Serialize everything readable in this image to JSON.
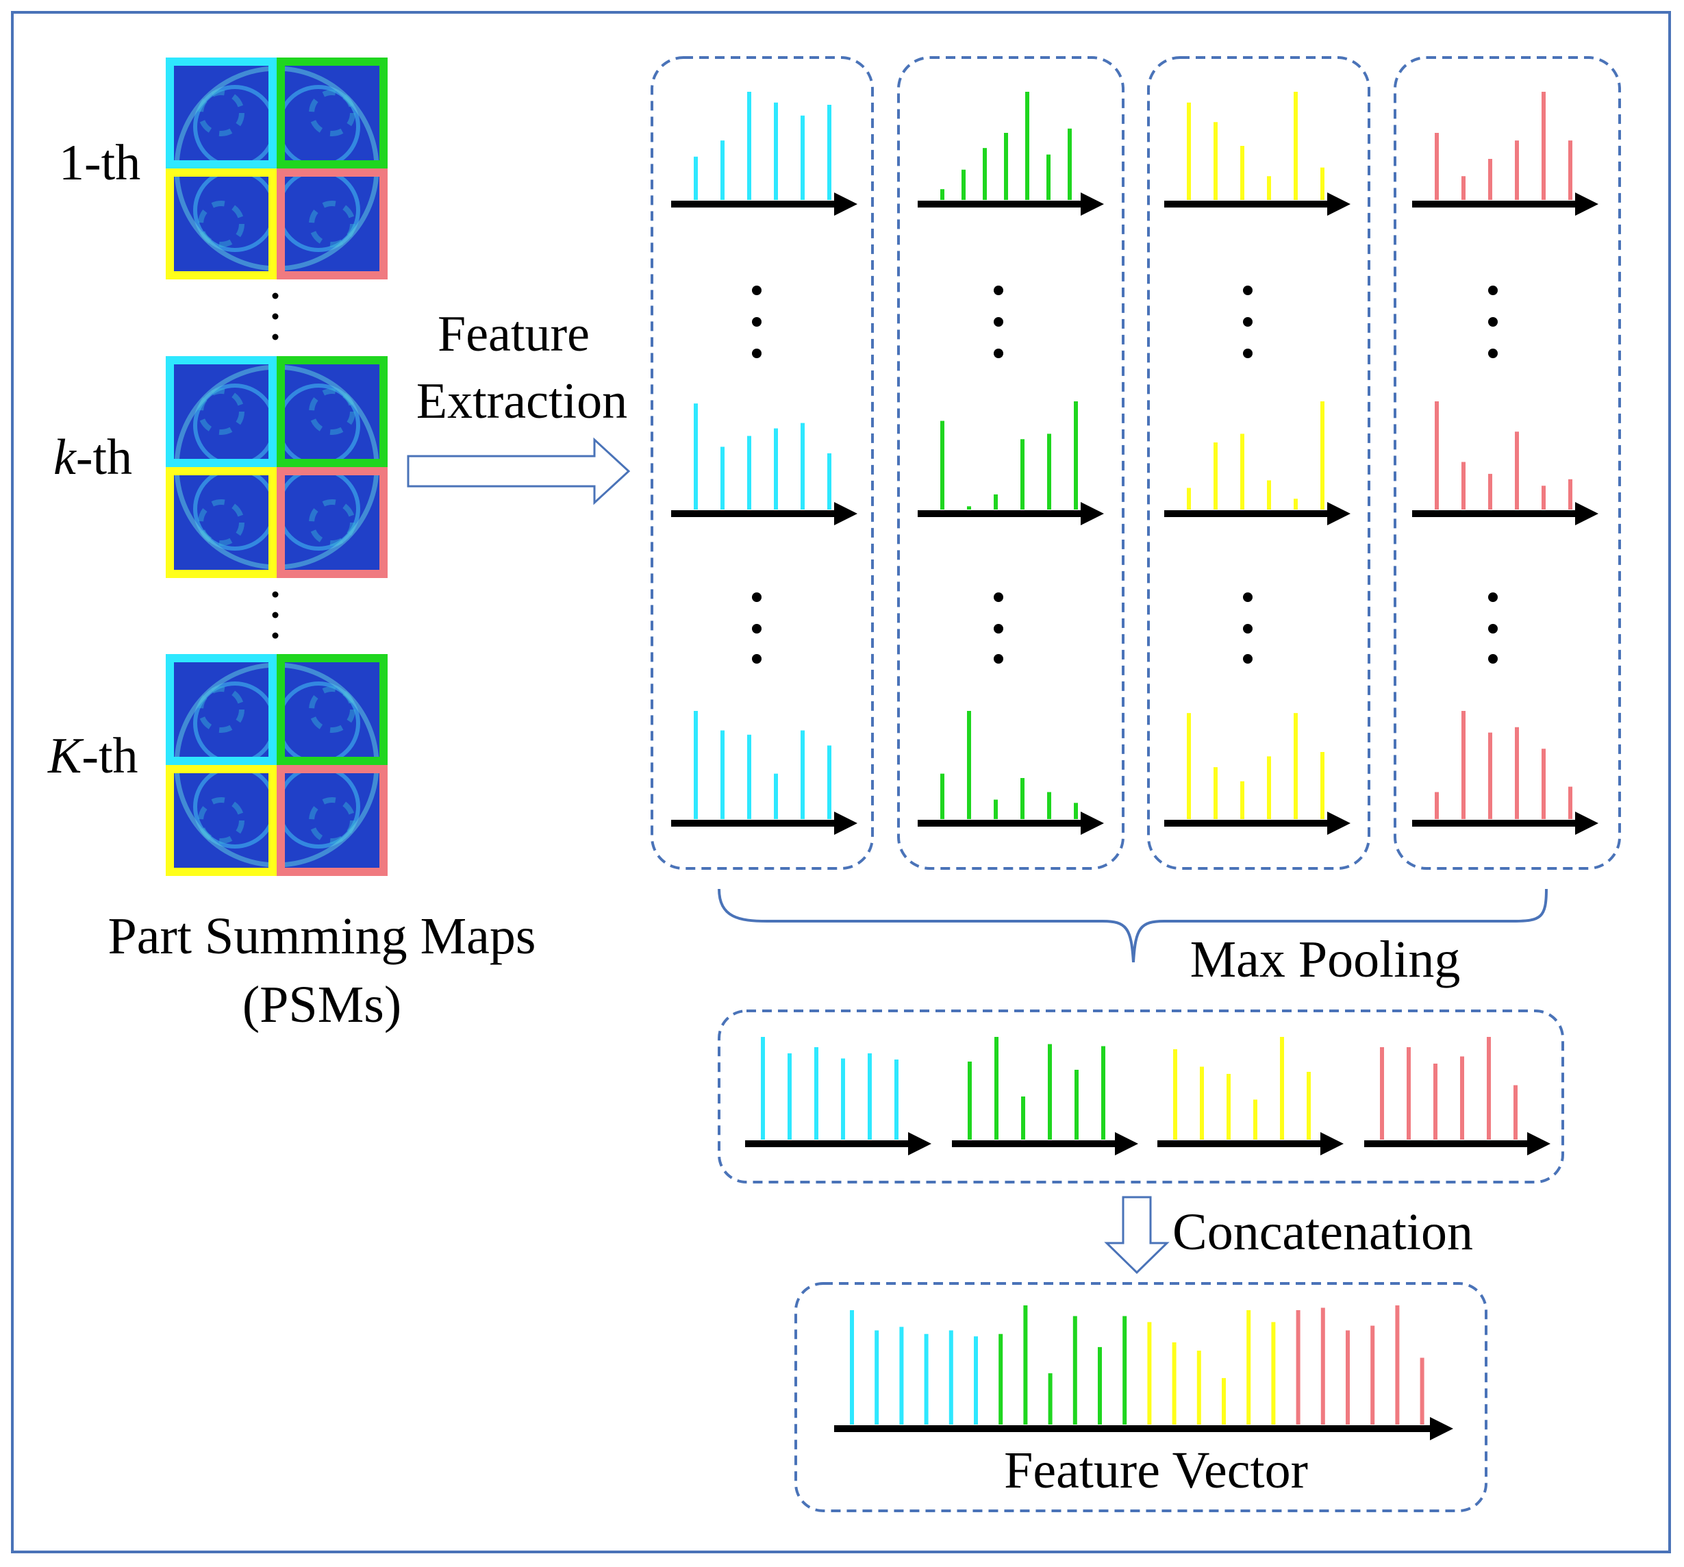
{
  "labels": {
    "row_first": "1-th",
    "row_k_italic": "k",
    "row_k_suffix": "-th",
    "row_last_italic": "K",
    "row_last_suffix": "-th",
    "psm_title_line1": "Part Summing Maps",
    "psm_title_line2": "(PSMs)",
    "feature_extraction_line1": "Feature",
    "feature_extraction_line2": "Extraction",
    "max_pooling": "Max Pooling",
    "concatenation": "Concatenation",
    "feature_vector": "Feature Vector"
  },
  "colors": {
    "frame": "#4a73b8",
    "part_colors": [
      "#2ee8ff",
      "#1fd61f",
      "#ffff1a",
      "#f07a80"
    ],
    "map_fill": "#2040c8",
    "arrow": "#000000",
    "hollow_arrow": "#4a73b8"
  },
  "icons": {
    "hollow_right_arrow": "hollow-right-arrow",
    "hollow_down_arrow": "hollow-down-arrow",
    "curly_brace": "curly-brace"
  },
  "part_histograms": [
    [
      [
        0.4,
        0.55,
        1.0,
        0.9,
        0.78,
        0.88
      ],
      [
        0.98,
        0.58,
        0.68,
        0.75,
        0.8,
        0.52
      ],
      [
        1.0,
        0.82,
        0.78,
        0.42,
        0.82,
        0.68
      ]
    ],
    [
      [
        0.1,
        0.28,
        0.48,
        0.62,
        1.0,
        0.42,
        0.66
      ],
      [
        0.82,
        0.03,
        0.14,
        0.65,
        0.7,
        1.0
      ],
      [
        0.42,
        1.0,
        0.18,
        0.38,
        0.25,
        0.15
      ]
    ],
    [
      [
        0.9,
        0.72,
        0.5,
        0.22,
        1.0,
        0.3
      ],
      [
        0.2,
        0.62,
        0.7,
        0.27,
        0.1,
        1.0
      ],
      [
        0.98,
        0.48,
        0.35,
        0.58,
        0.98,
        0.62
      ]
    ],
    [
      [
        0.62,
        0.22,
        0.38,
        0.55,
        1.0,
        0.55
      ],
      [
        1.0,
        0.44,
        0.33,
        0.72,
        0.22,
        0.28
      ],
      [
        0.25,
        1.0,
        0.8,
        0.85,
        0.65,
        0.3
      ]
    ]
  ],
  "pooled_histograms": [
    [
      1.0,
      0.84,
      0.9,
      0.79,
      0.84,
      0.78
    ],
    [
      0.76,
      1.0,
      0.42,
      0.93,
      0.68,
      0.91
    ],
    [
      0.88,
      0.71,
      0.64,
      0.39,
      1.0,
      0.66
    ],
    [
      0.9,
      0.9,
      0.74,
      0.81,
      1.0,
      0.53
    ]
  ],
  "feature_vector": [
    [
      0.96,
      0.79,
      0.82,
      0.76,
      0.79,
      0.74
    ],
    [
      0.76,
      1.0,
      0.43,
      0.91,
      0.65,
      0.91
    ],
    [
      0.86,
      0.69,
      0.62,
      0.39,
      0.96,
      0.86
    ],
    [
      0.96,
      0.98,
      0.79,
      0.83,
      1.0,
      0.56
    ]
  ]
}
